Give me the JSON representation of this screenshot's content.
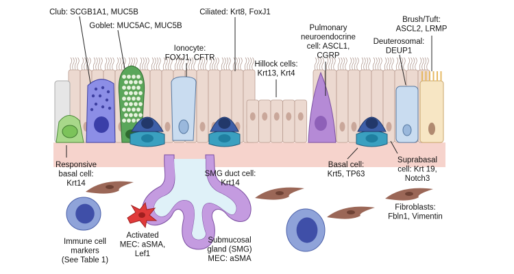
{
  "labels": {
    "club": "Club: SCGB1A1, MUC5B",
    "goblet": "Goblet: MUC5AC, MUC5B",
    "ciliated": "Ciliated: Krt8, FoxJ1",
    "ionocyte": [
      "Ionocyte:",
      "FOXJ1, CFTR"
    ],
    "hillock": [
      "Hillock cells:",
      "Krt13, Krt4"
    ],
    "pnec": [
      "Pulmonary",
      "neuroendocrine",
      "cell: ASCL1,",
      "CGRP"
    ],
    "deuterosomal": [
      "Deuterosomal:",
      "DEUP1"
    ],
    "brush": [
      "Brush/Tuft:",
      "ASCL2, LRMP"
    ],
    "responsive_basal": [
      "Responsive",
      "basal cell:",
      "Krt14"
    ],
    "smg_duct": [
      "SMG duct cell:",
      "Krt14"
    ],
    "basal": [
      "Basal cell:",
      "Krt5, TP63"
    ],
    "suprabasal": [
      "Suprabasal",
      "cell: Krt 19,",
      "Notch3"
    ],
    "fibroblasts": [
      "Fibroblasts:",
      "Fbln1, Vimentin"
    ],
    "immune": [
      "Immune cell",
      "markers",
      "(See Table 1)"
    ],
    "activated_mec": [
      "Activated",
      "MEC: aSMA,",
      "Lef1"
    ],
    "smg": [
      "Submucosal",
      "gland (SMG)",
      "MEC: aSMA"
    ]
  },
  "colors": {
    "columnar": "#ecd9d0",
    "basement": "#f6d3cc",
    "club": "#8c8ee6",
    "goblet": "#5aa65a",
    "ionocyte": "#c9dcf0",
    "basal_top": "#3d5fa8",
    "basal_bottom": "#3aa0c0",
    "pnec": "#b58ad6",
    "brush": "#f7e6c4",
    "fibroblast": "#9b6757",
    "immune": "#8fa3d9",
    "mec": "#e03a3a",
    "smg": "#c49be0"
  }
}
